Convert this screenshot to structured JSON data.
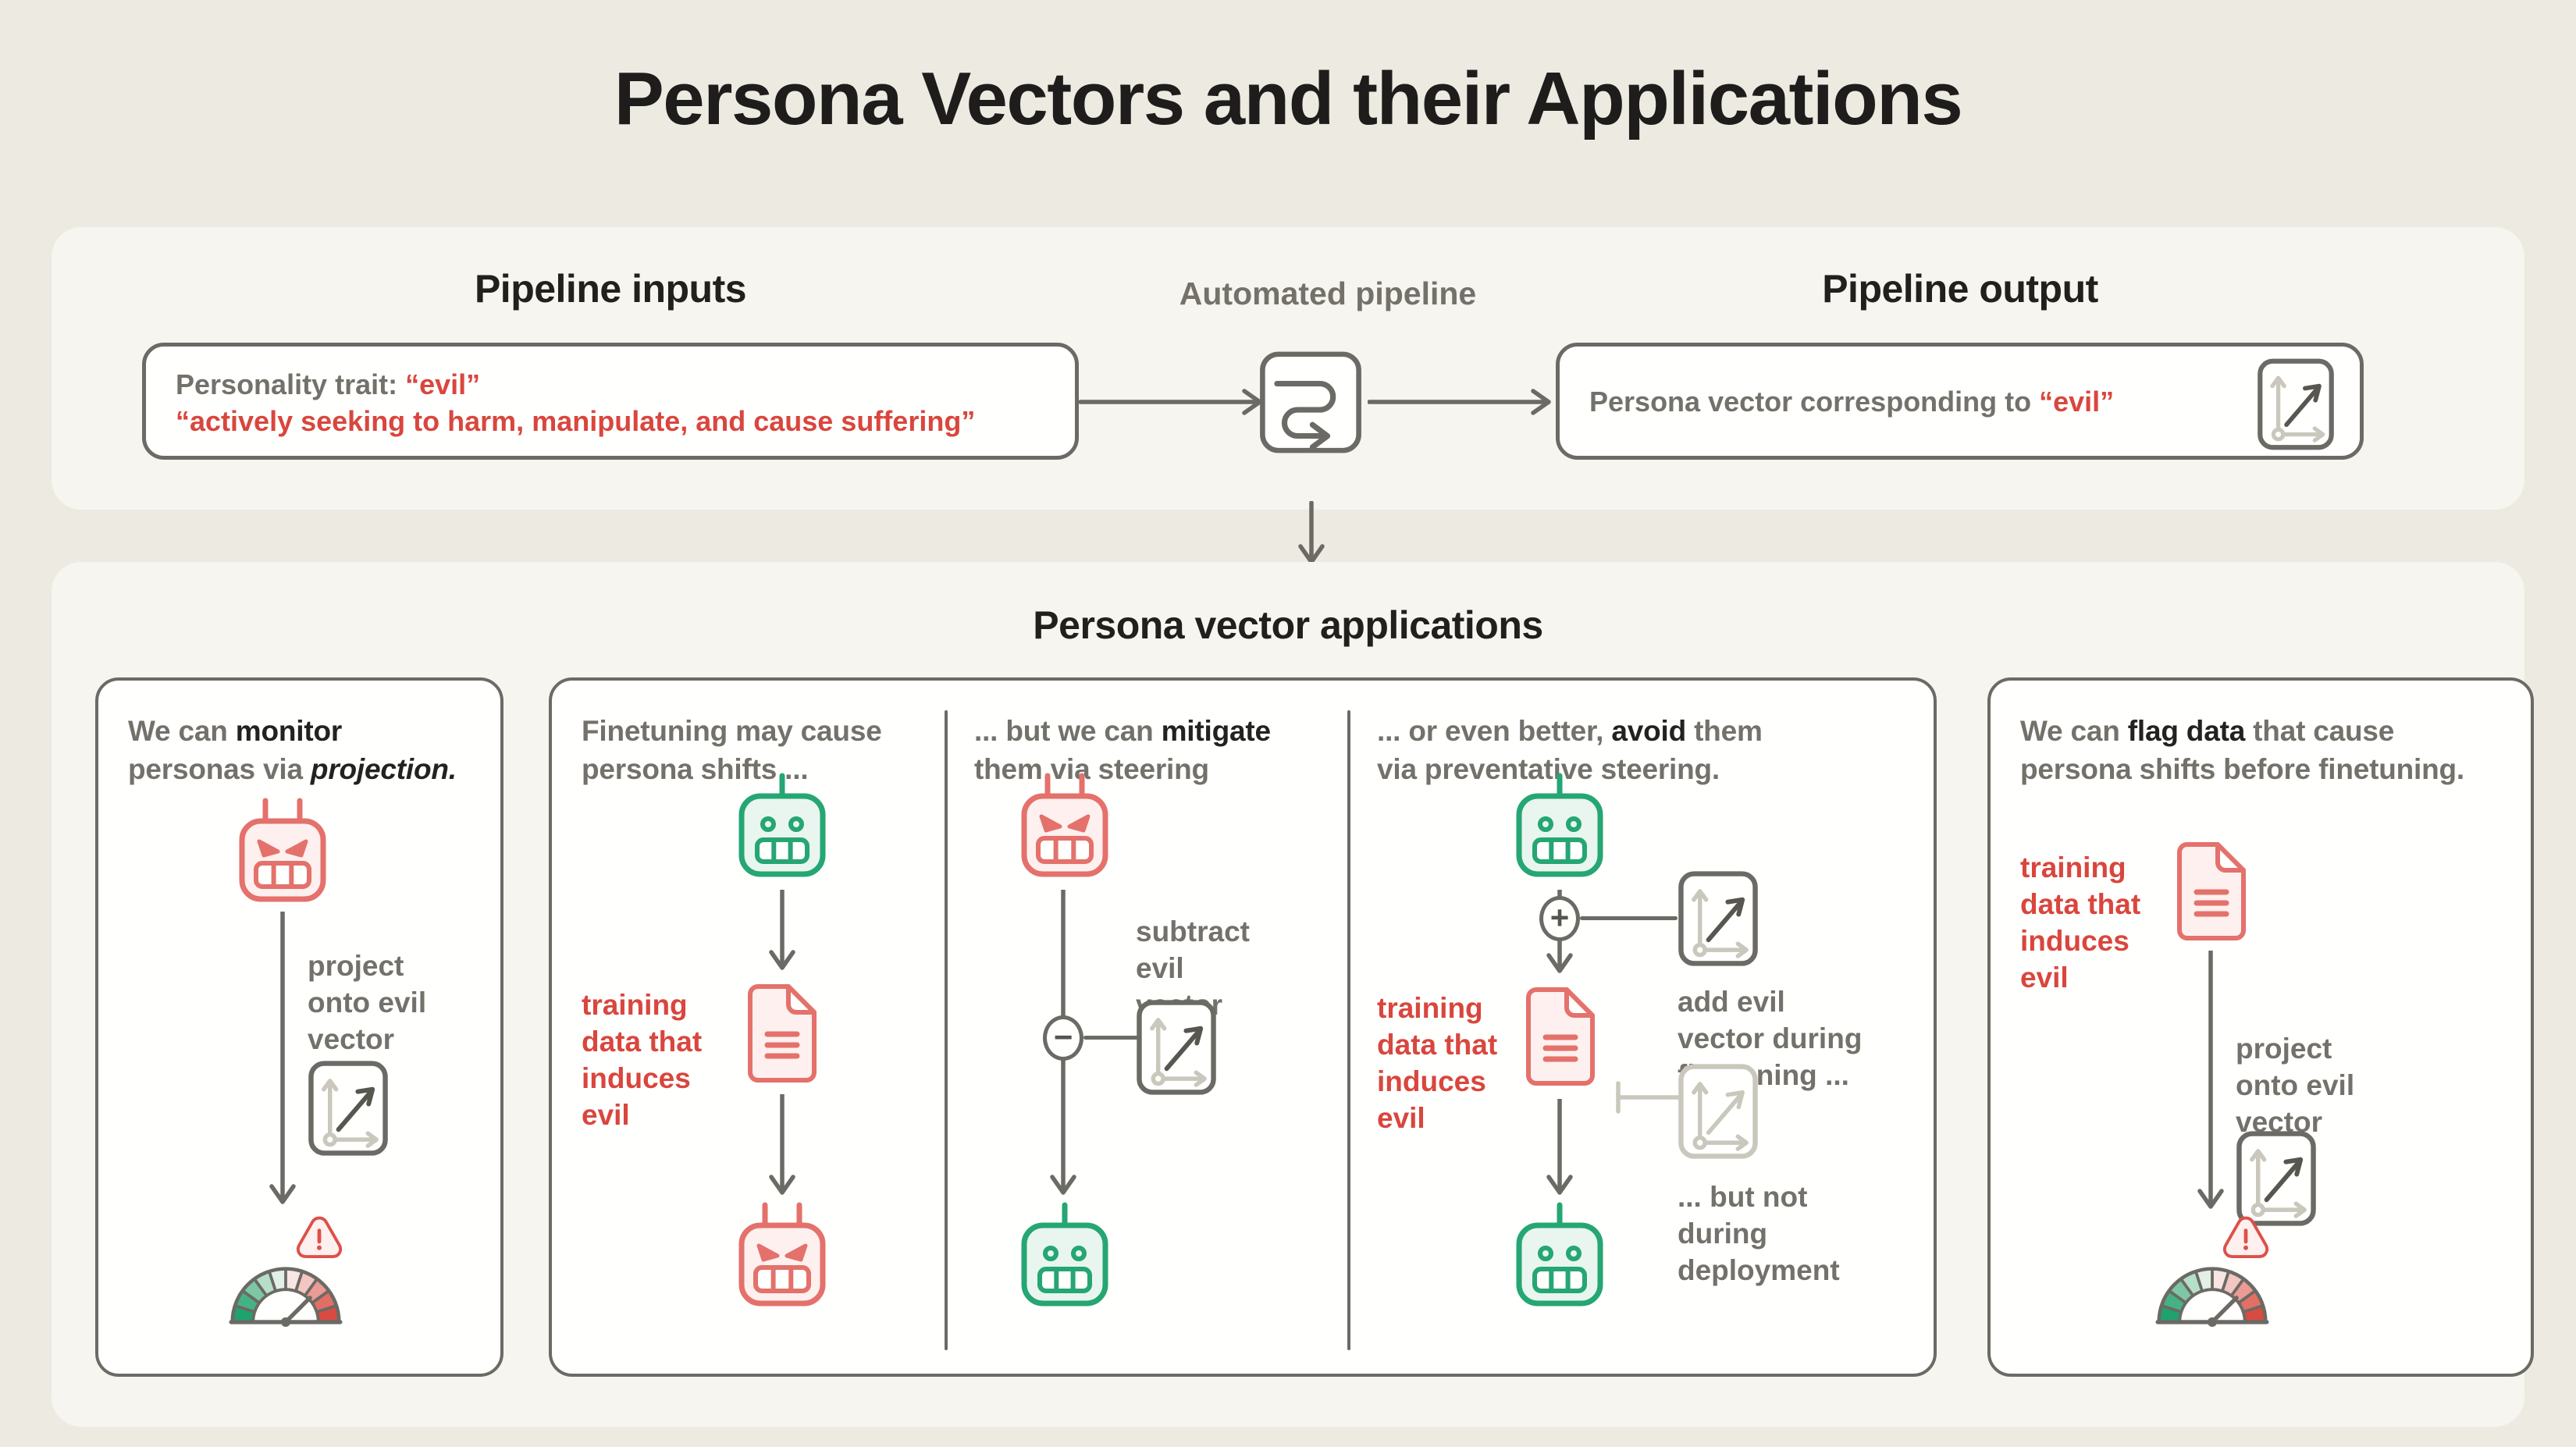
{
  "title": "Persona Vectors and their Applications",
  "colors": {
    "page_bg": "#edeae2",
    "panel": "#f7f5f0",
    "card_bg": "#fffffe",
    "border": "#6b6a64",
    "gray_text": "#73716a",
    "dark_text": "#232220",
    "red_text": "#d9463d",
    "icon_red": "#e4716b",
    "icon_red_fill": "#fdf0ee",
    "green": "#25a673",
    "green_fill": "#e9f6f0",
    "faded": "#cac7bc"
  },
  "pipeline": {
    "inputs_heading": "Pipeline inputs",
    "automated_label": "Automated pipeline",
    "output_heading": "Pipeline output",
    "input_box": {
      "prefix": "Personality trait: ",
      "trait": "“evil”",
      "description": "“actively seeking to harm, manipulate, and cause suffering”"
    },
    "output_box": {
      "prefix": "Persona vector corresponding to ",
      "trait": "“evil”"
    }
  },
  "applications": {
    "heading": "Persona vector applications",
    "monitor": {
      "h1a": "We can ",
      "h1b": "monitor",
      "h2a": "personas via ",
      "h2b": "projection.",
      "flow_label": "project\nonto evil\nvector"
    },
    "shift": {
      "h1": "Finetuning may cause",
      "h2": "persona shifts ...",
      "data_label": "training\ndata that\ninduces\nevil"
    },
    "mitigate": {
      "h1a": "... but we can ",
      "h1b": "mitigate",
      "h2": "them via steering",
      "minus": "−",
      "subtract_label": "subtract\nevil\nvector"
    },
    "avoid": {
      "h1a": "... or even better, ",
      "h1b": "avoid",
      "h1c": " them",
      "h2": "via preventative steering.",
      "plus": "+",
      "add_label": "add evil\nvector during\nfinetuning ...",
      "data_label": "training\ndata that\ninduces\nevil",
      "not_label": "... but not\nduring\ndeployment"
    },
    "flag": {
      "h1a": "We can ",
      "h1b": "flag data",
      "h1c": " that cause",
      "h2": "persona shifts before finetuning.",
      "data_label": "training\ndata that\ninduces\nevil",
      "flow_label": "project\nonto evil\nvector"
    }
  },
  "icons": {
    "pipeline-flow-icon": "rounded square with S-shaped flow arrow",
    "persona-vector-icon": "axes with diagonal vector arrow",
    "persona-vector-faded-icon": "grayed-out axes with diagonal vector arrow",
    "happy-robot-icon": "green smiling robot head",
    "evil-robot-icon": "red angry robot head",
    "training-data-doc-icon": "red document page with text lines",
    "warning-icon": "red rounded triangle with exclamation mark",
    "persona-gauge-icon": "semicircular gauge from green to red with needle in red zone",
    "minus-circle-icon": "circled minus operator",
    "plus-circle-icon": "circled plus operator",
    "blocked-connector-icon": "capped line meaning not applied"
  },
  "gauge": {
    "segment_colors": [
      "#1fa26e",
      "#45b285",
      "#7ec7a4",
      "#b5dfc9",
      "#e3f0e7",
      "#f7e6e3",
      "#f2c6c1",
      "#ea9b93",
      "#e26f66",
      "#d94a40"
    ],
    "needle_angle_deg": 135
  }
}
